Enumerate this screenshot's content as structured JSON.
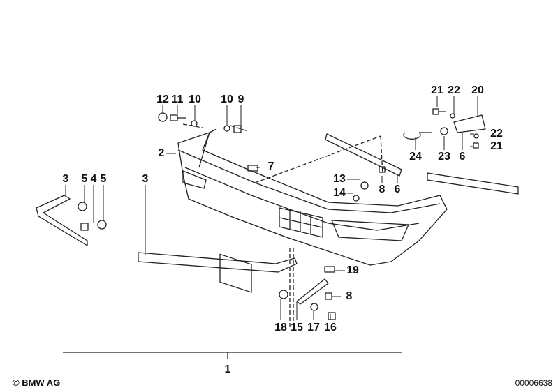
{
  "diagram": {
    "labels": [
      "12",
      "11",
      "10",
      "10",
      "9",
      "21",
      "22",
      "20",
      "22",
      "21",
      "24",
      "23",
      "6",
      "2",
      "7",
      "13",
      "14",
      "8",
      "6",
      "3",
      "5",
      "4",
      "5",
      "3",
      "19",
      "8",
      "18",
      "15",
      "17",
      "16",
      "1"
    ],
    "copyright": "© BMW AG",
    "image_number": "00006638"
  }
}
